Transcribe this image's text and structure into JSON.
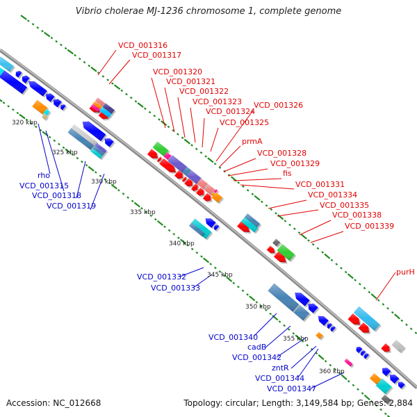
{
  "title": "Vibrio cholerae MJ-1236 chromosome 1, complete genome",
  "footer": {
    "accession": "Accession: NC_012668",
    "summary": "Topology: circular; Length: 3,149,584 bp; Genes: 2,884"
  },
  "colors": {
    "forward_label": "#e00000",
    "reverse_label": "#0000cc",
    "backbone": "#8c8c8c",
    "tick": "#228b22"
  },
  "ticks": [
    {
      "label": "320 kbp"
    },
    {
      "label": "325 kbp"
    },
    {
      "label": "330 kbp"
    },
    {
      "label": "335 kbp"
    },
    {
      "label": "340 kbp"
    },
    {
      "label": "345 kbp"
    },
    {
      "label": "350 kbp"
    },
    {
      "label": "355 kbp"
    },
    {
      "label": "360 kbp"
    }
  ],
  "forward_labels": [
    "VCD_001316",
    "VCD_001317",
    "VCD_001320",
    "VCD_001321",
    "VCD_001322",
    "VCD_001323",
    "VCD_001324",
    "VCD_001325",
    "VCD_001326",
    "prmA",
    "VCD_001328",
    "VCD_001329",
    "fis",
    "VCD_001331",
    "VCD_001334",
    "VCD_001335",
    "VCD_001338",
    "VCD_001339",
    "purH"
  ],
  "reverse_labels": [
    "rho",
    "VCD_001315",
    "VCD_001318",
    "VCD_001319",
    "VCD_001332",
    "VCD_001333",
    "VCD_001340",
    "cadB",
    "VCD_001342",
    "zntR",
    "VCD_001344",
    "VCD_001347"
  ]
}
